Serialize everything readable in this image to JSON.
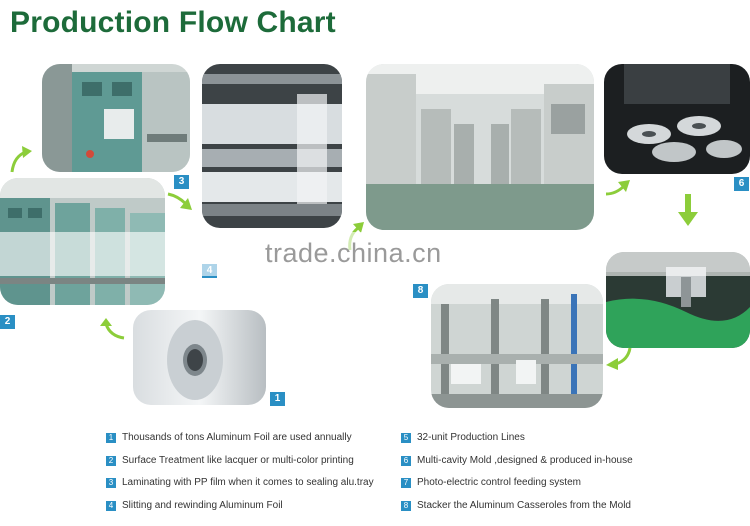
{
  "title": "Production Flow Chart",
  "watermark": "trade.china.cn",
  "colors": {
    "title": "#1d6b3a",
    "badge": "#2a8fc4",
    "arrow": "#8ccd3a"
  },
  "steps": [
    {
      "number": "1",
      "label": "Thousands of tons Aluminum Foil are used annually"
    },
    {
      "number": "2",
      "label": "Surface Treatment like lacquer or multi-color printing"
    },
    {
      "number": "3",
      "label": "Laminating with PP film when it comes to sealing alu.tray"
    },
    {
      "number": "4",
      "label": "Slitting and rewinding Aluminum Foil"
    },
    {
      "number": "5",
      "label": "32-unit Production Lines"
    },
    {
      "number": "6",
      "label": "Multi-cavity Mold ,designed & produced in-house"
    },
    {
      "number": "7",
      "label": "Photo-electric control feeding system"
    },
    {
      "number": "8",
      "label": "Stacker the Aluminum Casseroles from the Mold"
    }
  ]
}
